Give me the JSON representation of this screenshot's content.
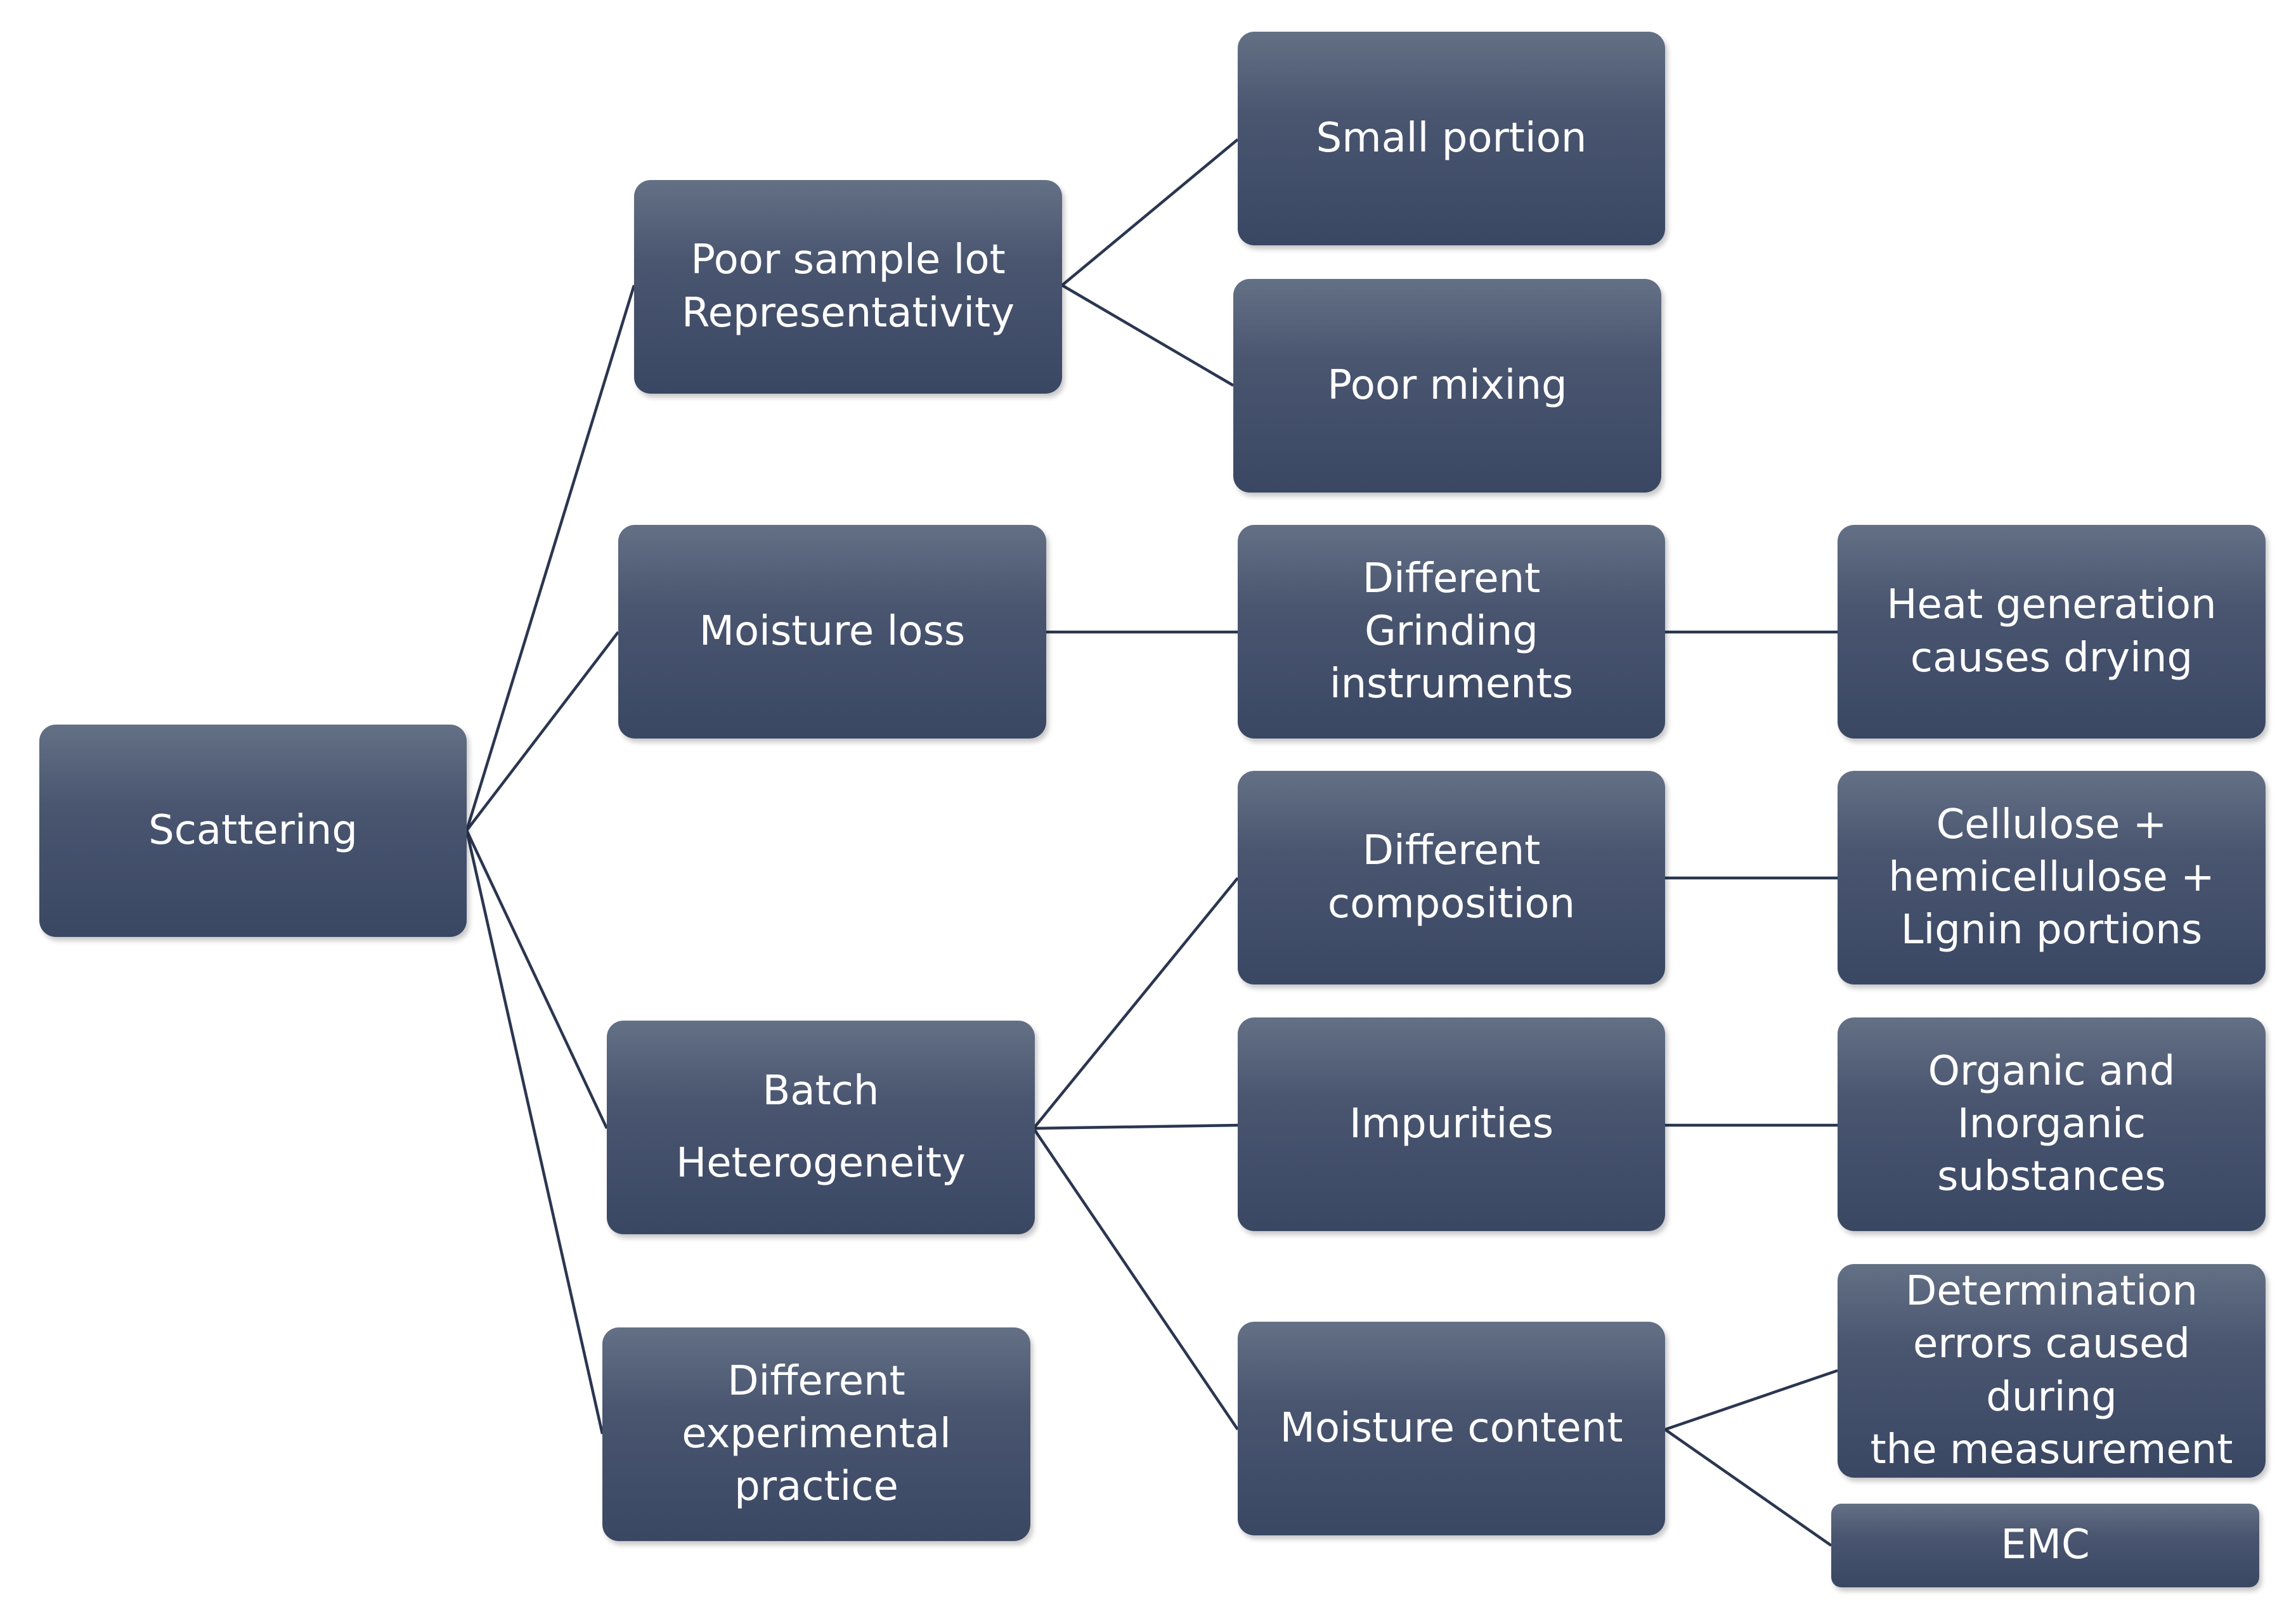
{
  "nodes": {
    "scattering": "Scattering",
    "poor_sample": [
      "Poor sample lot",
      "Representativity"
    ],
    "moisture_loss": "Moisture loss",
    "batch": [
      "Batch",
      "Heterogeneity"
    ],
    "experimental": [
      "Different",
      "experimental",
      "practice"
    ],
    "small_portion": "Small portion",
    "poor_mixing": "Poor mixing",
    "grinding": [
      "Different",
      "Grinding",
      "instruments"
    ],
    "composition": [
      "Different",
      "composition"
    ],
    "impurities": "Impurities",
    "moisture_content": "Moisture content",
    "heat": [
      "Heat generation",
      "causes drying"
    ],
    "cellulose": [
      "Cellulose +",
      "hemicellulose +",
      "Lignin portions"
    ],
    "organic": [
      "Organic and",
      "Inorganic substances"
    ],
    "determination": [
      "Determination",
      "errors caused during",
      "the measurement"
    ],
    "emc": "EMC"
  }
}
